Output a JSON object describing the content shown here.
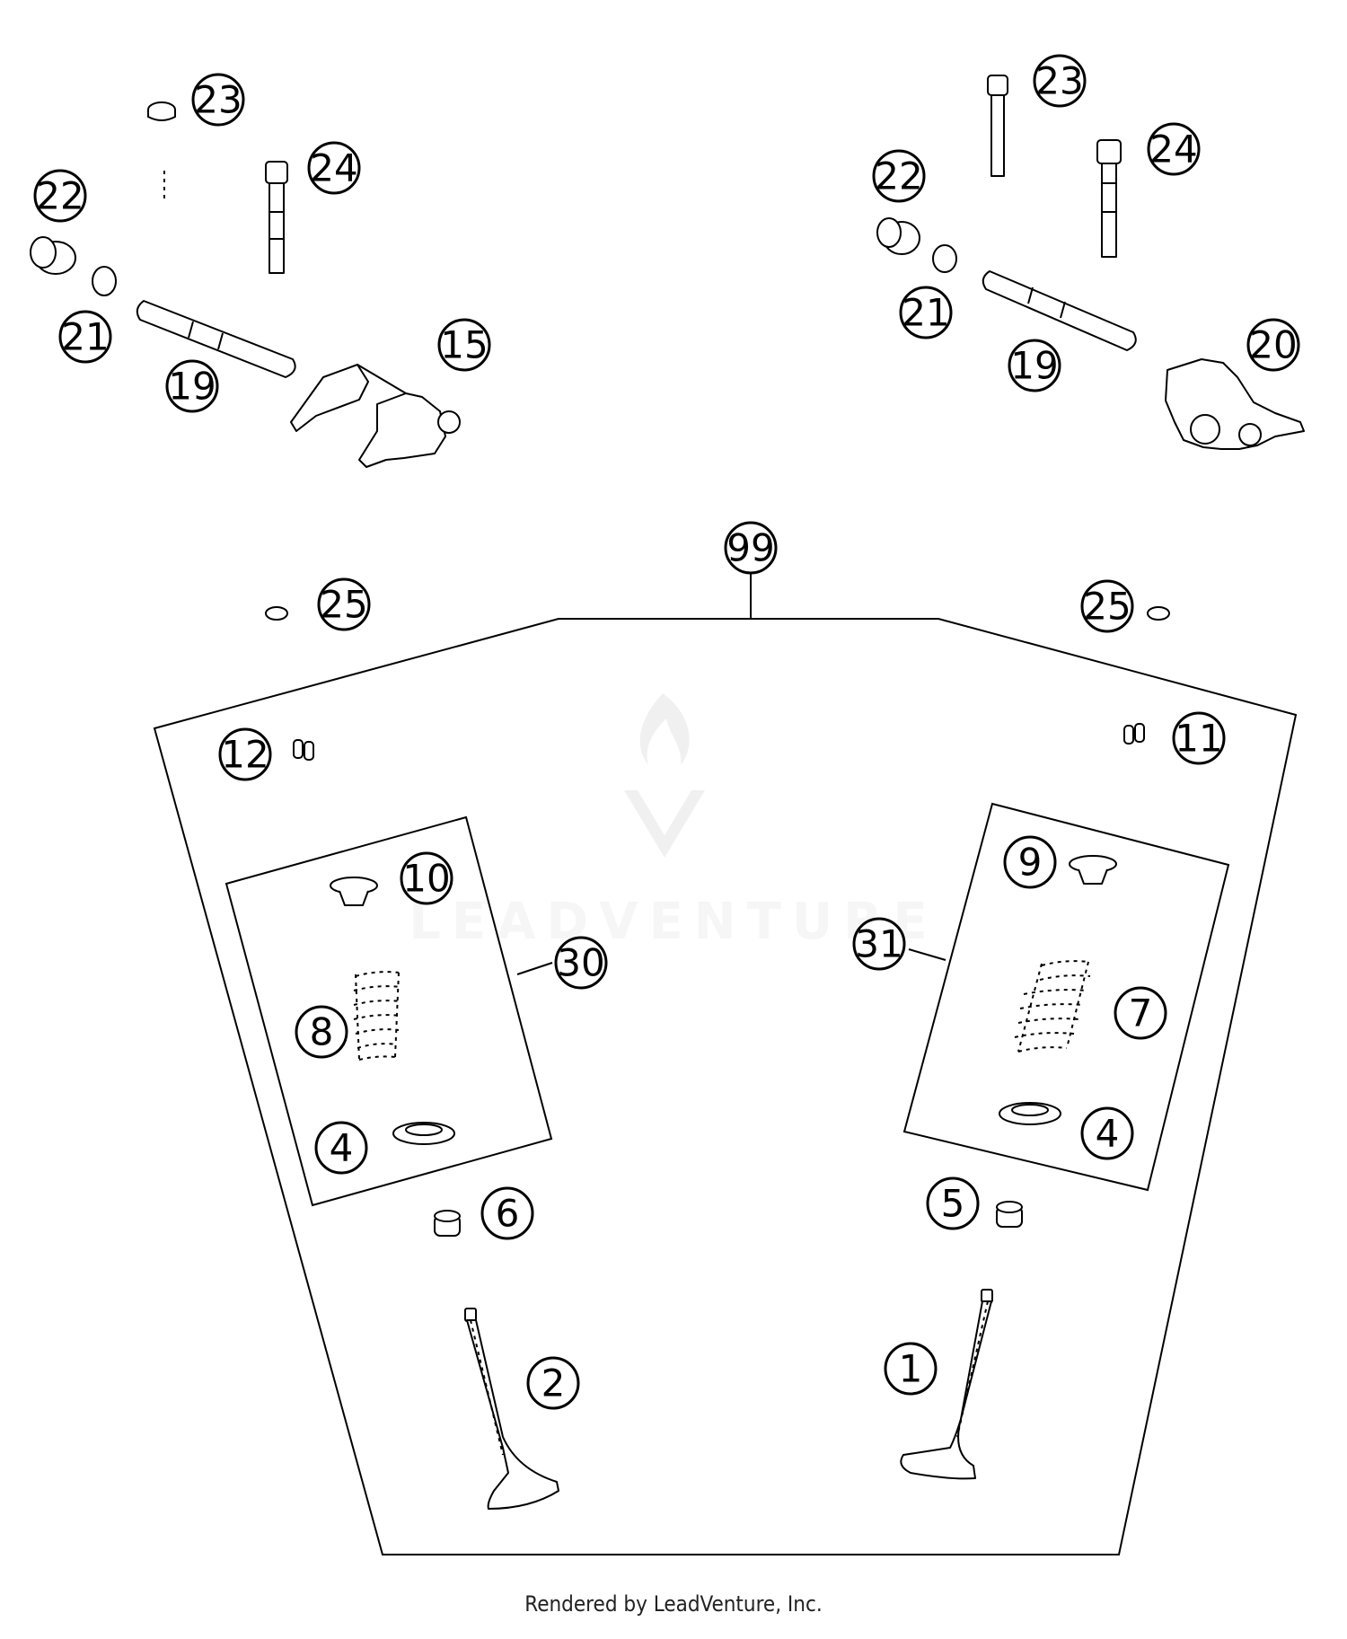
{
  "callouts": [
    "1",
    "2",
    "4",
    "4",
    "5",
    "6",
    "7",
    "8",
    "9",
    "10",
    "11",
    "12",
    "15",
    "19",
    "19",
    "20",
    "21",
    "21",
    "22",
    "22",
    "23",
    "23",
    "24",
    "24",
    "25",
    "25",
    "30",
    "31",
    "99"
  ],
  "watermark": {
    "text": "LEADVENTURE"
  },
  "footer": {
    "text": "Rendered by LeadVenture, Inc."
  }
}
